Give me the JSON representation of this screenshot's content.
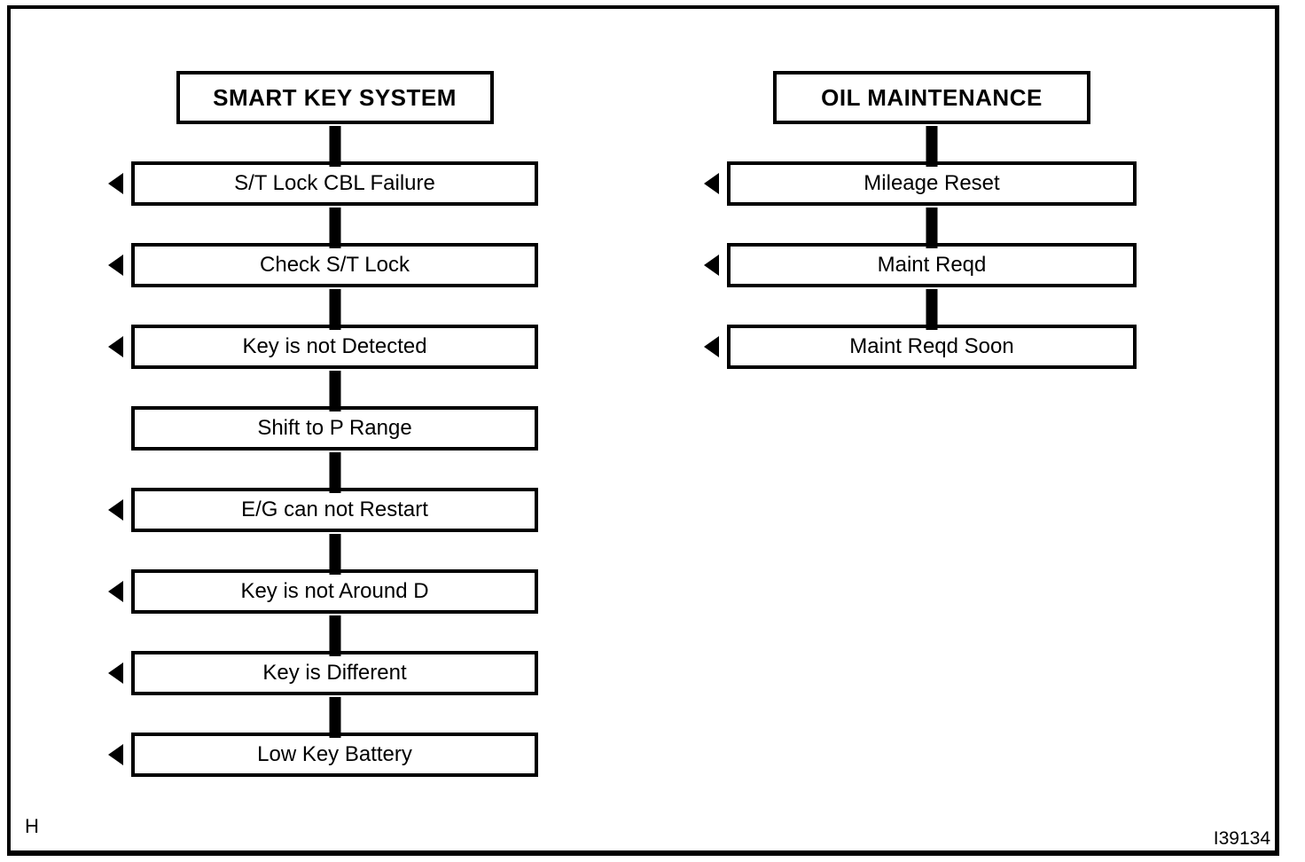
{
  "figure": {
    "corner_label": "H",
    "figure_id": "I39134"
  },
  "colors": {
    "line": "#000000",
    "background": "#ffffff"
  },
  "columns": [
    {
      "id": "smart-key-system",
      "title": "SMART KEY SYSTEM",
      "items": [
        {
          "label": "S/T Lock CBL Failure",
          "arrow": true
        },
        {
          "label": "Check S/T Lock",
          "arrow": true
        },
        {
          "label": "Key is not Detected",
          "arrow": true
        },
        {
          "label": "Shift to P Range",
          "arrow": false
        },
        {
          "label": "E/G can not Restart",
          "arrow": true
        },
        {
          "label": "Key is not Around D",
          "arrow": true
        },
        {
          "label": "Key is Different",
          "arrow": true
        },
        {
          "label": "Low Key Battery",
          "arrow": true
        }
      ]
    },
    {
      "id": "oil-maintenance",
      "title": "OIL MAINTENANCE",
      "items": [
        {
          "label": "Mileage Reset",
          "arrow": true
        },
        {
          "label": "Maint Reqd",
          "arrow": true
        },
        {
          "label": "Maint Reqd Soon",
          "arrow": true
        }
      ]
    }
  ]
}
